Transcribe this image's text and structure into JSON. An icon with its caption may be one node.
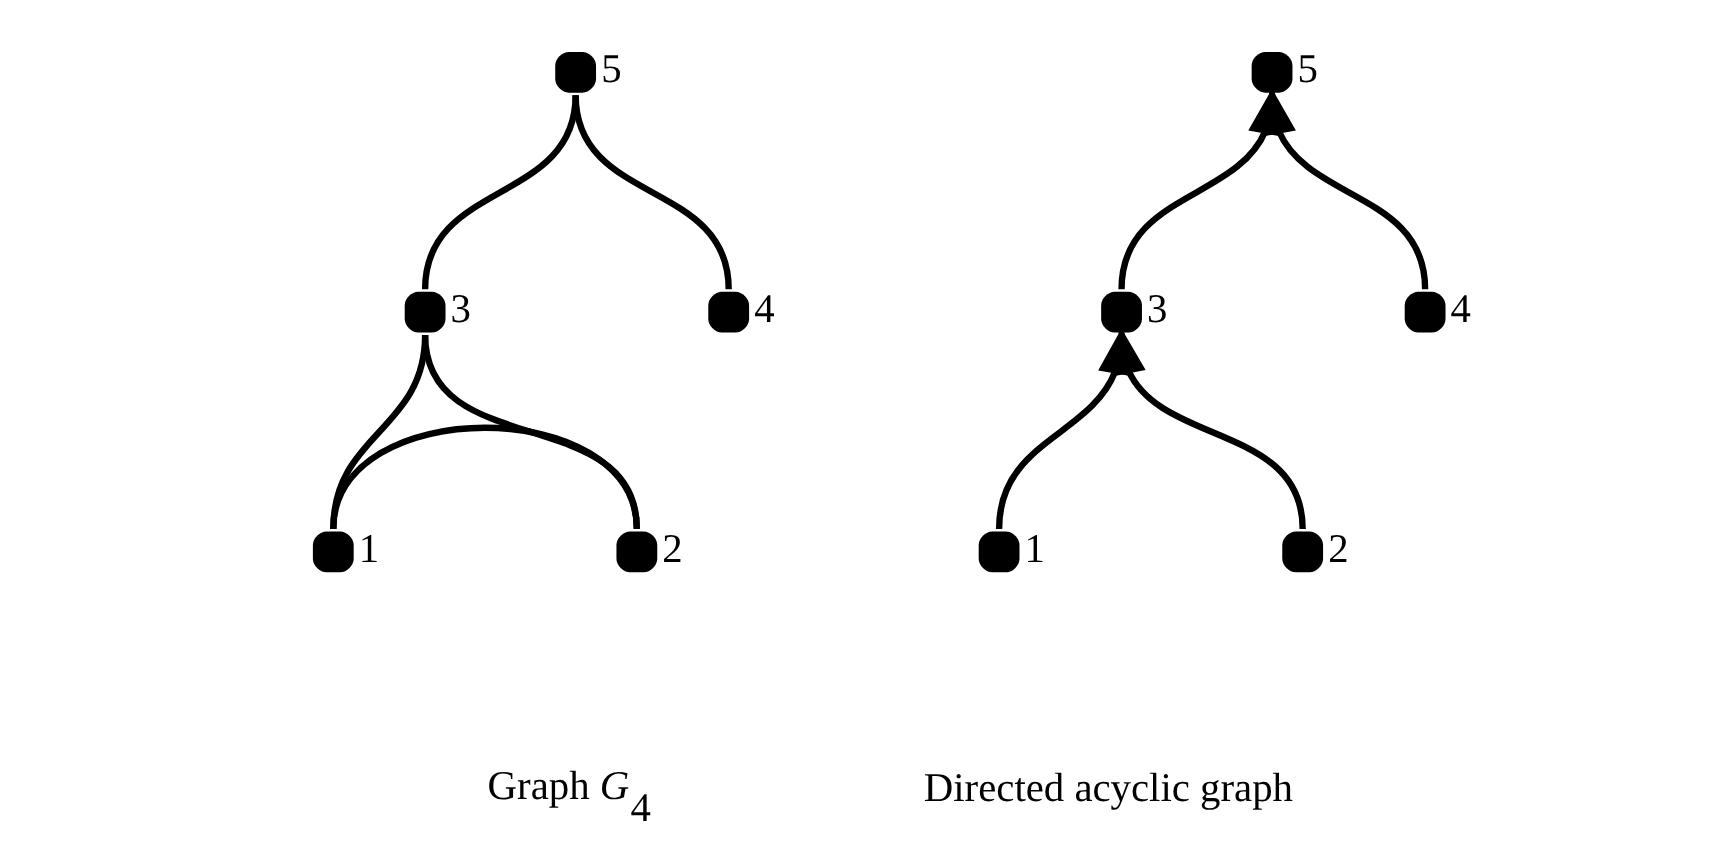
{
  "diagram": {
    "nodes": [
      {
        "text": [],
        "shape": "circle",
        "beside": [
          "5"
        ]
      },
      {
        "text": [],
        "shape": "circle",
        "beside": [
          "3"
        ]
      },
      {
        "text": [],
        "shape": "circle",
        "beside": [
          "4"
        ]
      },
      {
        "text": [],
        "shape": "circle",
        "beside": [
          "1"
        ]
      },
      {
        "text": [],
        "shape": "circle",
        "beside": [
          "2"
        ]
      },
      {
        "text": [],
        "shape": "circle",
        "beside": [
          "5"
        ]
      },
      {
        "text": [],
        "shape": "circle",
        "beside": [
          "3"
        ]
      },
      {
        "text": [],
        "shape": "circle",
        "beside": [
          "4"
        ]
      },
      {
        "text": [],
        "shape": "circle",
        "beside": [
          "1"
        ]
      },
      {
        "text": [],
        "shape": "circle",
        "beside": [
          "2"
        ]
      }
    ],
    "edges": [
      {
        "from": 1,
        "to": 0,
        "arrow": "none"
      },
      {
        "from": 2,
        "to": 0,
        "arrow": "none"
      },
      {
        "from": 3,
        "to": 1,
        "arrow": "none"
      },
      {
        "from": 4,
        "to": 1,
        "arrow": "none"
      },
      {
        "from": 3,
        "to": 4,
        "arrow": "none"
      },
      {
        "from": 6,
        "to": 5,
        "arrow": "to"
      },
      {
        "from": 7,
        "to": 5,
        "arrow": "to"
      },
      {
        "from": 8,
        "to": 6,
        "arrow": "to"
      },
      {
        "from": 9,
        "to": 6,
        "arrow": "to"
      }
    ],
    "labels": [
      "Graph *G*$_{4}$",
      "Directed acyclic graph"
    ]
  }
}
